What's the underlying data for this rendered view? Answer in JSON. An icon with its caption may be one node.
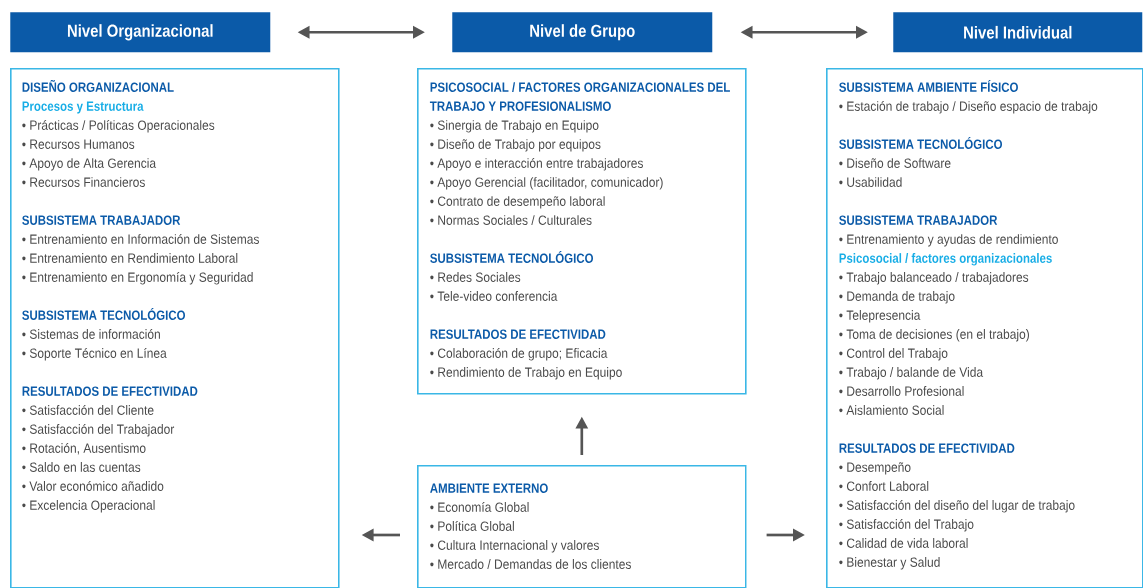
{
  "diagram": {
    "nodes": [
      {
        "text": [
          "Nivel Organizacional"
        ]
      },
      {
        "text": [
          "Nivel de Grupo"
        ]
      },
      {
        "text": [
          "Nivel Individual"
        ]
      },
      {
        "text": [
          "DISEÑO ORGANIZACIONAL",
          "Procesos y Estructura",
          "• Prácticas / Políticas Operacionales",
          "• Recursos Humanos",
          "• Apoyo de Alta Gerencia",
          "• Recursos Financieros",
          "SUBSISTEMA TRABAJADOR",
          "• Entrenamiento en Información de Sistemas",
          "• Entrenamiento en Rendimiento Laboral",
          "• Entrenamiento en Ergonomía y Seguridad",
          "SUBSISTEMA TECNOLÓGICO",
          "• Sistemas de información",
          "• Soporte Técnico en Línea",
          "RESULTADOS DE EFECTIVIDAD",
          "• Satisfacción del Cliente",
          "• Satisfacción del Trabajador",
          "• Rotación, Ausentismo",
          "• Saldo en las cuentas",
          "• Valor económico añadido",
          "• Excelencia Operacional"
        ]
      },
      {
        "text": [
          "PSICOSOCIAL / FACTORES ORGANIZACIONALES DEL TRABAJO Y PROFESIONALISMO",
          "• Sinergia de Trabajo en Equipo",
          "• Diseño de Trabajo por equipos",
          "• Apoyo e interacción entre trabajadores",
          "• Apoyo Gerencial (facilitador, comunicador)",
          "• Contrato de desempeño laboral",
          "• Normas Sociales / Culturales",
          "SUBSISTEMA TECNOLÓGICO",
          "• Redes Sociales",
          "• Tele-video conferencia",
          "RESULTADOS DE EFECTIVIDAD",
          "• Colaboración de grupo; Eficacia",
          "• Rendimiento de Trabajo en Equipo"
        ]
      },
      {
        "text": [
          "SUBSISTEMA AMBIENTE FÍSICO",
          "• Estación de trabajo / Diseño espacio de trabajo",
          "SUBSISTEMA TECNOLÓGICO",
          "• Diseño de Software",
          "• Usabilidad",
          "SUBSISTEMA TRABAJADOR",
          "• Entrenamiento y ayudas de rendimiento",
          "Psicosocial / factores organizacionales",
          "• Trabajo balanceado / trabajadores",
          "• Demanda de trabajo",
          "• Telepresencia",
          "• Toma de decisiones (en el trabajo)",
          "• Control del Trabajo",
          "• Trabajo / balande de Vida",
          "• Desarrollo Profesional",
          "• Aislamiento Social",
          "RESULTADOS DE EFECTIVIDAD",
          "• Desempeño",
          "• Confort Laboral",
          "• Satisfacción del diseño del lugar de trabajo",
          "• Satisfacción del Trabajo",
          "• Calidad de vida laboral",
          "• Bienestar y Salud"
        ]
      },
      {
        "text": [
          "AMBIENTE EXTERNO",
          "• Economía Global",
          "• Política Global",
          "• Cultura Internacional y valores",
          "• Mercado / Demandas de los clientes"
        ]
      }
    ],
    "edges": [
      {
        "from": 0,
        "to": 1,
        "arrow": "both"
      },
      {
        "from": 1,
        "to": 2,
        "arrow": "both"
      },
      {
        "from": 6,
        "to": 4,
        "arrow": "to"
      },
      {
        "from": 6,
        "to": 3,
        "arrow": "to"
      },
      {
        "from": 6,
        "to": 5,
        "arrow": "to"
      }
    ]
  }
}
